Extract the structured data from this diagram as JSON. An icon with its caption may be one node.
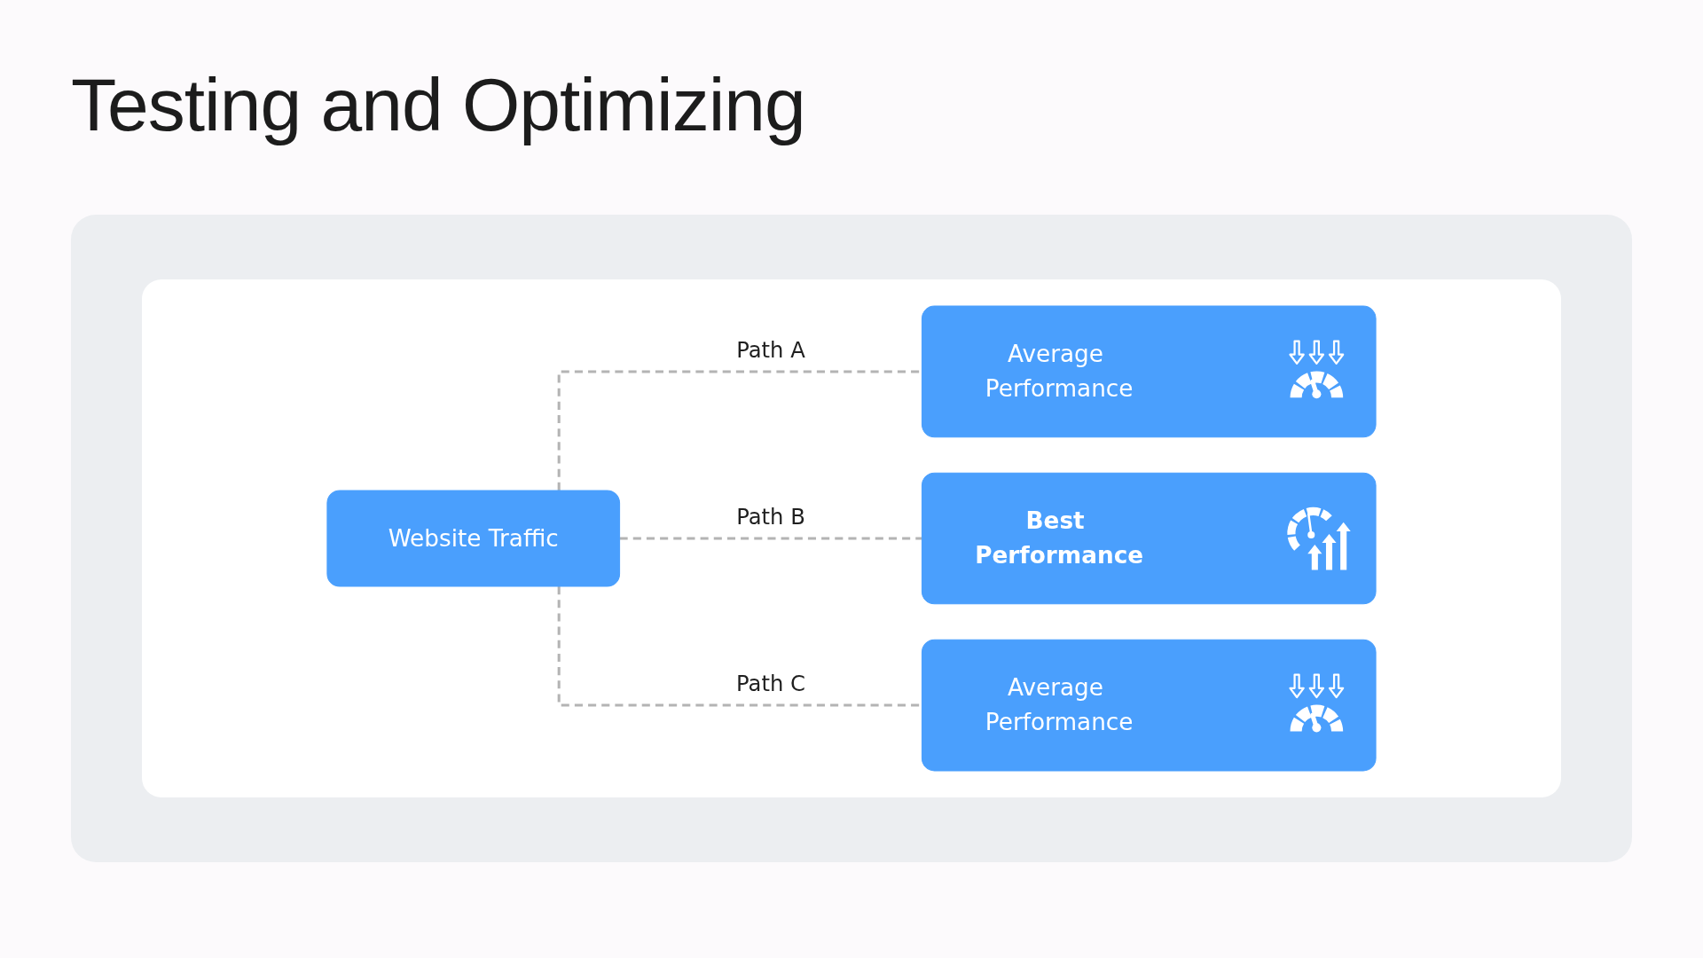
{
  "diagram": {
    "title": "Testing and Optimizing",
    "nodes": [
      {
        "text": [
          "Website Traffic"
        ]
      },
      {
        "text": [
          "Average Performance"
        ]
      },
      {
        "text": [
          "Best Performance"
        ]
      },
      {
        "text": [
          "Average Performance"
        ]
      }
    ],
    "edges": [
      {
        "from": 0,
        "to": 1,
        "arrow": "none",
        "label": "Path A",
        "style": "dashed"
      },
      {
        "from": 0,
        "to": 2,
        "arrow": "none",
        "label": "Path B",
        "style": "dashed"
      },
      {
        "from": 0,
        "to": 3,
        "arrow": "none",
        "label": "Path C",
        "style": "dashed"
      }
    ]
  }
}
